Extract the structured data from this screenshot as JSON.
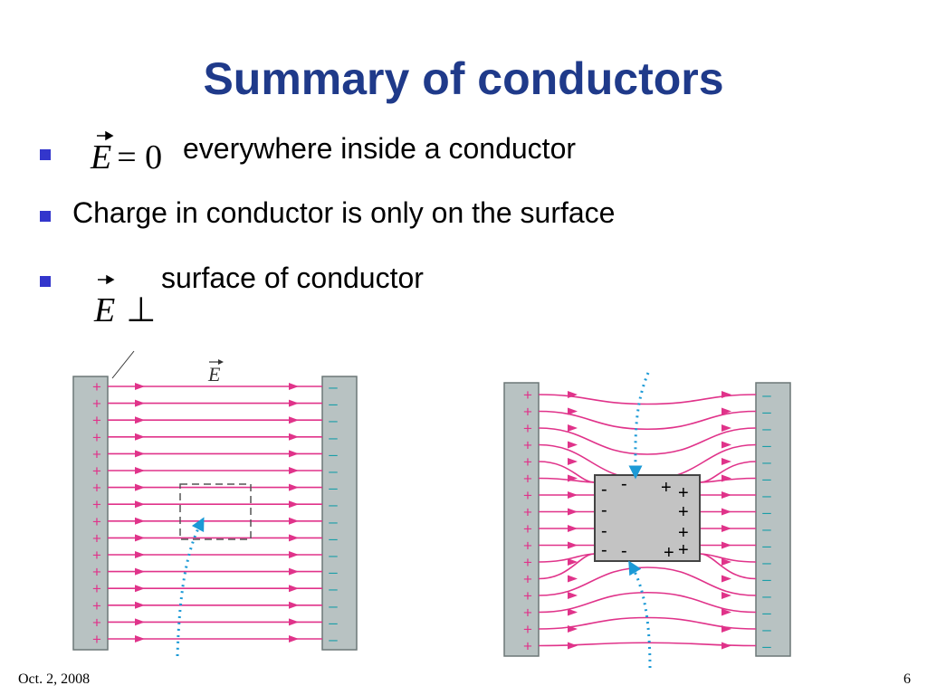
{
  "slide": {
    "title": "Summary of conductors",
    "bullets": [
      {
        "math": "E = 0",
        "text": "everywhere inside a conductor"
      },
      {
        "math": "",
        "text": "Charge in conductor is only on the surface"
      },
      {
        "math": "E ⊥",
        "text": "surface of conductor"
      }
    ],
    "footer_date": "Oct. 2, 2008",
    "page_number": "6"
  },
  "math": {
    "e_symbol": "E",
    "equals_zero": "= 0",
    "perp": "⊥"
  },
  "figure": {
    "field_label": "E",
    "plus_sign": "+",
    "minus_sign": "–",
    "inner_minus": "-",
    "inner_plus": "+",
    "colors": {
      "plate": "#b8c2c2",
      "plate_border": "#6c7777",
      "field_line": "#e0338a",
      "plus_color": "#e0338a",
      "minus_color": "#1a9ea8",
      "dotted_arrow": "#1c9ad6",
      "conductor": "#c3c3c3"
    }
  }
}
